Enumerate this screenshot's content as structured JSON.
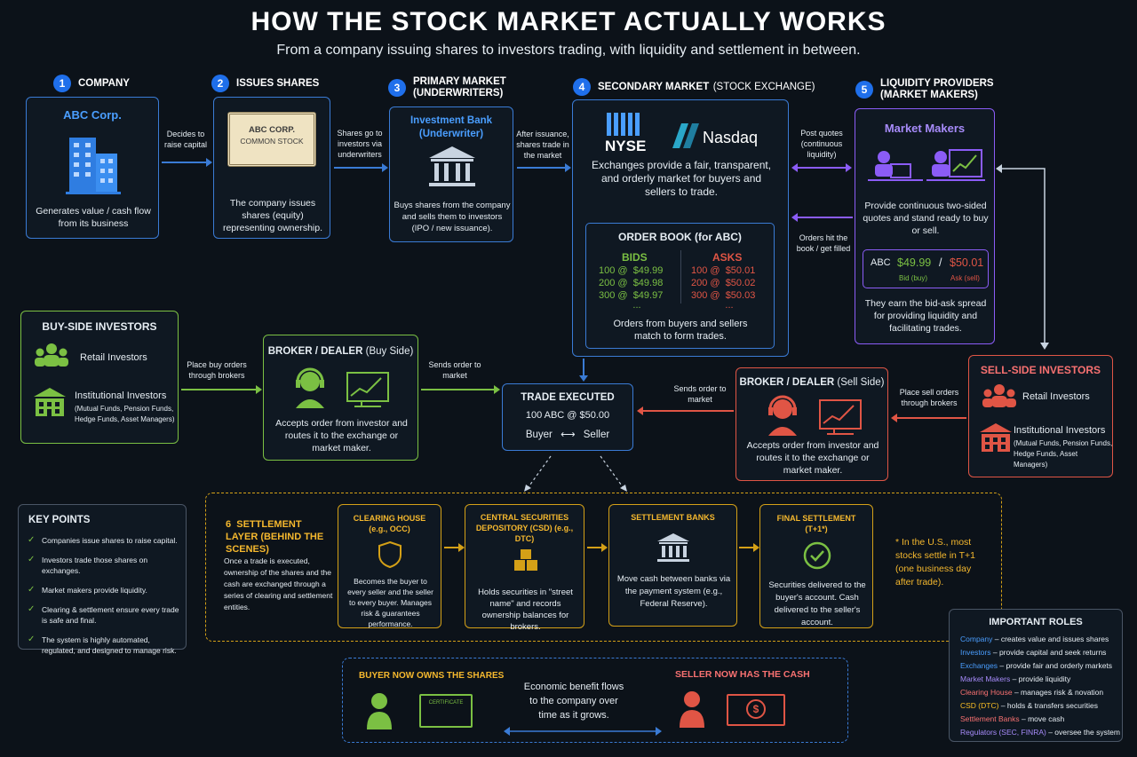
{
  "title": "HOW THE STOCK MARKET ACTUALLY WORKS",
  "subtitle": "From a company issuing shares to investors trading, with liquidity and settlement in between.",
  "steps": {
    "s1": {
      "num": "1",
      "label": "COMPANY",
      "box_title": "ABC Corp.",
      "desc": "Generates value / cash flow from its business"
    },
    "s2": {
      "num": "2",
      "label": "ISSUES SHARES",
      "cert_line1": "ABC CORP.",
      "cert_line2": "COMMON STOCK",
      "desc": "The company issues shares (equity) representing ownership."
    },
    "s3": {
      "num": "3",
      "label": "PRIMARY MARKET (UNDERWRITERS)",
      "box_title": "Investment Bank (Underwriter)",
      "desc": "Buys shares from the company and sells them to investors (IPO / new issuance)."
    },
    "s4": {
      "num": "4",
      "label": "SECONDARY MARKET",
      "label_suffix": "(STOCK EXCHANGE)",
      "nyse": "NYSE",
      "nasdaq": "Nasdaq",
      "desc": "Exchanges provide a fair, transparent, and orderly market for buyers and sellers to trade."
    },
    "s5": {
      "num": "5",
      "label": "LIQUIDITY PROVIDERS (MARKET MAKERS)",
      "box_title": "Market Makers",
      "desc": "Provide continuous two-sided quotes and stand ready to buy or sell.",
      "quote_ticker": "ABC",
      "quote_bid": "$49.99",
      "quote_sep": "/",
      "quote_ask": "$50.01",
      "quote_bid_label": "Bid (buy)",
      "quote_ask_label": "Ask (sell)",
      "desc2": "They earn the bid-ask spread for providing liquidity and facilitating trades."
    }
  },
  "arrows": {
    "a1": "Decides to raise capital",
    "a2": "Shares go to investors via underwriters",
    "a3": "After issuance, shares trade in the market",
    "a4": "Post quotes (continuous liquidity)",
    "a5": "Orders hit the book / get filled",
    "a6": "Place buy orders through brokers",
    "a7": "Sends order to market",
    "a8": "Sends order to market",
    "a9": "Place sell orders through brokers"
  },
  "order_book": {
    "title": "ORDER BOOK (for ABC)",
    "bids_label": "BIDS",
    "asks_label": "ASKS",
    "bids": [
      "100 @  $49.99",
      "200 @  $49.98",
      "300 @  $49.97"
    ],
    "asks": [
      "100 @  $50.01",
      "200 @  $50.02",
      "300 @  $50.03"
    ],
    "ellipsis": "...",
    "footer": "Orders from buyers and sellers match to form trades."
  },
  "buy_side": {
    "title": "BUY-SIDE INVESTORS",
    "retail": "Retail Investors",
    "inst": "Institutional Investors",
    "inst_detail": "(Mutual Funds, Pension Funds, Hedge Funds, Asset Managers)"
  },
  "broker_buy": {
    "title": "BROKER / DEALER",
    "suffix": "(Buy Side)",
    "desc": "Accepts order from investor and routes it to the exchange or market maker."
  },
  "trade": {
    "title": "TRADE EXECUTED",
    "detail": "100 ABC @ $50.00",
    "buyer": "Buyer",
    "arrow": "⟷",
    "seller": "Seller"
  },
  "broker_sell": {
    "title": "BROKER / DEALER",
    "suffix": "(Sell Side)",
    "desc": "Accepts order from investor and routes it to the exchange or market maker."
  },
  "sell_side": {
    "title": "SELL-SIDE INVESTORS",
    "retail": "Retail Investors",
    "inst": "Institutional Investors",
    "inst_detail": "(Mutual Funds, Pension Funds, Hedge Funds, Asset Managers)"
  },
  "key_points": {
    "title": "KEY POINTS",
    "items": [
      "Companies issue shares to raise capital.",
      "Investors trade those shares on exchanges.",
      "Market makers provide liquidity.",
      "Clearing & settlement ensure every trade is safe and final.",
      "The system is highly automated, regulated, and designed to manage risk."
    ]
  },
  "settlement": {
    "num": "6",
    "title": "SETTLEMENT LAYER (BEHIND THE SCENES)",
    "desc": "Once a trade is executed, ownership of the shares and the cash are exchanged through a series of clearing and settlement entities.",
    "clearing": {
      "title": "CLEARING HOUSE (e.g., OCC)",
      "desc": "Becomes the buyer to every seller and the seller to every buyer. Manages risk & guarantees performance."
    },
    "csd": {
      "title": "CENTRAL SECURITIES DEPOSITORY (CSD) (e.g., DTC)",
      "desc": "Holds securities in \"street name\" and records ownership balances for brokers."
    },
    "banks": {
      "title": "SETTLEMENT BANKS",
      "desc": "Move cash between banks via the payment system (e.g., Federal Reserve)."
    },
    "final": {
      "title": "FINAL SETTLEMENT (T+1*)",
      "desc": "Securities delivered to the buyer's account. Cash delivered to the seller's account."
    },
    "note": "* In the U.S., most stocks settle in T+1 (one business day after trade)."
  },
  "bottom": {
    "buyer_title": "BUYER NOW OWNS THE SHARES",
    "cert": "CERTIFICATE",
    "middle": "Economic benefit flows to the company over time as it grows.",
    "seller_title": "SELLER NOW HAS THE CASH",
    "cash_symbol": "$"
  },
  "roles": {
    "title": "IMPORTANT ROLES",
    "items": [
      {
        "name": "Company",
        "desc": " – creates value and issues shares",
        "color": "#4a9eff"
      },
      {
        "name": "Investors",
        "desc": " – provide capital and seek returns",
        "color": "#4a9eff"
      },
      {
        "name": "Exchanges",
        "desc": " – provide fair and orderly markets",
        "color": "#4a9eff"
      },
      {
        "name": "Market Makers",
        "desc": " – provide liquidity",
        "color": "#a78bfa"
      },
      {
        "name": "Clearing House",
        "desc": " – manages risk & novation",
        "color": "#f87171"
      },
      {
        "name": "CSD (DTC)",
        "desc": " – holds & transfers securities",
        "color": "#fbbf24"
      },
      {
        "name": "Settlement Banks",
        "desc": " – move cash",
        "color": "#f87171"
      },
      {
        "name": "Regulators (SEC, FINRA)",
        "desc": " – oversee the system",
        "color": "#a78bfa"
      }
    ]
  },
  "colors": {
    "blue": "#3a7bd5",
    "purple": "#8b5cf6",
    "green": "#7bc043",
    "red": "#e05545",
    "orange": "#d4a017"
  }
}
